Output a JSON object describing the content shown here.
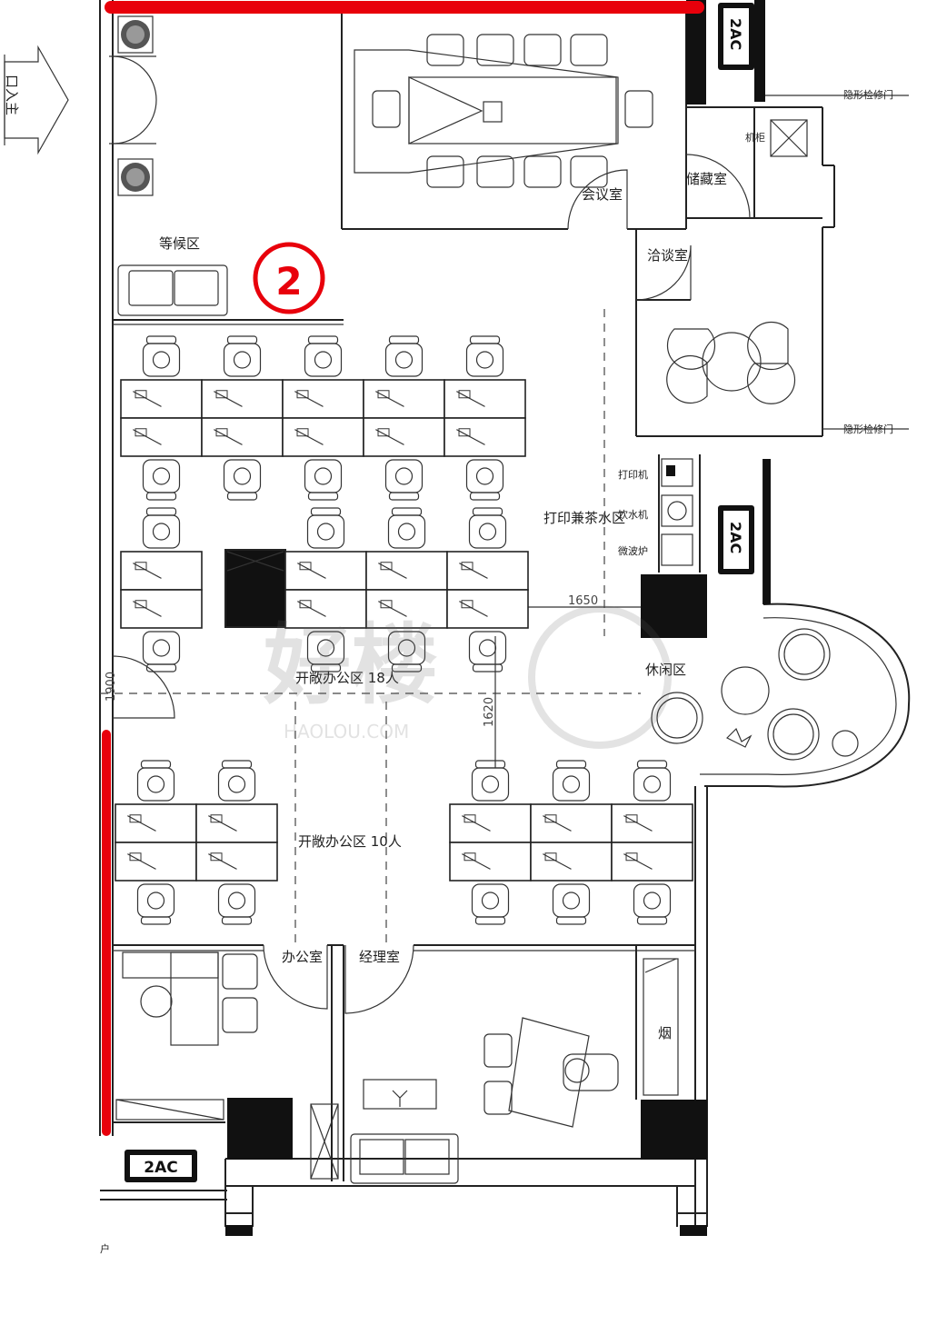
{
  "labels": {
    "waiting": "等候区",
    "meeting": "会议室",
    "storage": "储藏室",
    "negotiation": "洽谈室",
    "cabinet": "机柜",
    "hidden_door_top": "隐形检修门",
    "hidden_door_mid": "隐形检修门",
    "printer": "打印机",
    "water": "饮水机",
    "microwave": "微波炉",
    "print_tea": "打印兼茶水区",
    "leisure": "休闲区",
    "open_18": "开敞办公区 18人",
    "open_10": "开敞办公区 10人",
    "office": "办公室",
    "manager": "经理室",
    "smoke": "烟",
    "entrance": "口入主",
    "bottom_note": "户",
    "marker": "2"
  },
  "ac": [
    "2AC",
    "2AC",
    "2AC"
  ],
  "dimensions": [
    "1650",
    "1620",
    "1900"
  ],
  "watermark": {
    "main": "好楼",
    "sub": "HAOLOU.COM"
  },
  "colors": {
    "accent": "#e8000b",
    "wall": "#222222",
    "fill": "#111111"
  }
}
